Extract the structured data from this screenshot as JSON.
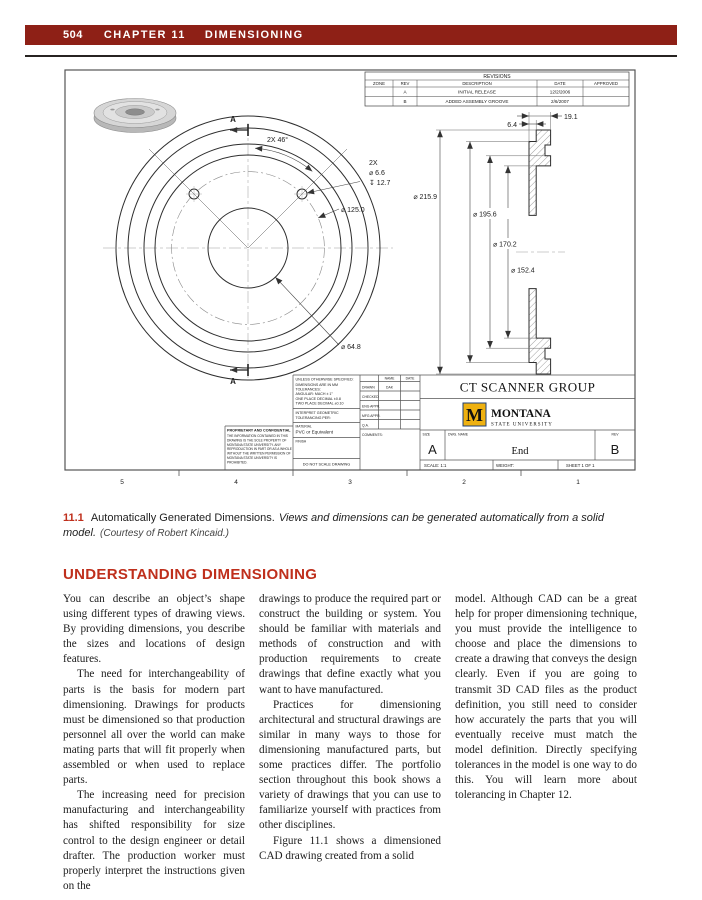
{
  "header": {
    "page_number": "504",
    "chapter": "CHAPTER 11",
    "title": "DIMENSIONING"
  },
  "caption": {
    "number": "11.1",
    "title": "Automatically Generated Dimensions.",
    "text": "Views and dimensions can be generated automatically from a solid model.",
    "credit": "(Courtesy of Robert Kincaid.)"
  },
  "section": {
    "heading": "UNDERSTANDING DIMENSIONING"
  },
  "body": {
    "col1": {
      "p1": "You can describe an object’s shape using different types of drawing views. By providing dimensions, you describe the sizes and locations of design features.",
      "p2": "The need for interchangeability of parts is the basis for modern part dimensioning. Drawings for products must be dimensioned so that production personnel all over the world can make mating parts that will fit properly when assembled or when used to replace parts.",
      "p3": "The increasing need for precision manufacturing and interchangeability has shifted responsibility for size control to the design engineer or detail drafter. The production worker must properly interpret the instructions given on the"
    },
    "col2": {
      "p1": "drawings to produce the required part or construct the building or system. You should be familiar with materials and methods of construction and with production requirements to create drawings that define exactly what you want to have manufactured.",
      "p2": "Practices for dimensioning architectural and structural drawings are similar in many ways to those for dimensioning manufactured parts, but some practices differ. The portfolio section throughout this book shows a variety of drawings that you can use to familiarize yourself with practices from other disciplines.",
      "p3": "Figure 11.1 shows a dimensioned CAD drawing created from a solid"
    },
    "col3": {
      "p1": "model. Although CAD can be a great help for proper dimensioning technique, you must provide the intelligence to choose and place the dimensions to create a drawing that conveys the design clearly. Even if you are going to transmit 3D CAD files as the product definition, you still need to consider how accurately the parts that you will eventually receive must match the model definition. Directly specifying tolerances in the model is one way to do this. You will learn more about tolerancing in Chapter 12."
    }
  },
  "drawing": {
    "zones": [
      "5",
      "4",
      "3",
      "2",
      "1"
    ],
    "revisions": {
      "title": "REVISIONS",
      "headers": [
        "ZONE",
        "REV",
        "DESCRIPTION",
        "DATE",
        "APPROVED"
      ],
      "rows": [
        {
          "rev": "A",
          "description": "INITIAL RELEASE",
          "date": "12/2/2006"
        },
        {
          "rev": "B",
          "description": "ADDED ASSEMBLY GROOVE",
          "date": "2/6/2007"
        }
      ]
    },
    "dims": {
      "angle": "2X 46°",
      "holes_qty": "2X",
      "holes_dia": "⌀ 6.6",
      "holes_depth": "↧ 12.7",
      "bolt_circle": "⌀ 125.0",
      "center_hole": "⌀ 64.8",
      "od": "⌀ 215.9",
      "d2": "⌀ 195.6",
      "d3": "⌀ 170.2",
      "d4": "⌀ 152.4",
      "width": "19.1",
      "step": "6.4",
      "section": "A"
    },
    "titleblock": {
      "unless": "UNLESS OTHERWISE SPECIFIED:",
      "tol1": "DIMENSIONS ARE IN MM",
      "tol2": "TOLERANCES:",
      "tol3": "ANGULAR: MACH ± 1°",
      "tol4": "ONE PLACE DECIMAL ±0.8",
      "tol5": "TWO PLACE DECIMAL ±0.10",
      "interpret1": "INTERPRET GEOMETRIC",
      "interpret2": "TOLERANCING PER:",
      "material_label": "MATERIAL",
      "material": "PVC or Equivalent",
      "finish_label": "FINISH",
      "prop_title": "PROPRIETARY AND CONFIDENTIAL",
      "prop_lines": [
        "THE INFORMATION CONTAINED IN THIS",
        "DRAWING IS THE SOLE PROPERTY OF",
        "MONTANA STATE UNIVERSITY.  ANY",
        "REPRODUCTION IN PART OR AS A WHOLE",
        "WITHOUT THE WRITTEN PERMISSION OF",
        "MONTANA STATE UNIVERSITY IS",
        "PROHIBITED."
      ],
      "no_scale": "DO NOT SCALE DRAWING",
      "name_h": "NAME",
      "date_h": "DATE",
      "rows": [
        "DRAWN",
        "CHECKED",
        "ENG APPR.",
        "MFG APPR.",
        "Q.A.",
        "COMMENTS:"
      ],
      "drawn_name": "DAK",
      "company": "CT SCANNER GROUP",
      "logo_letter": "M",
      "univ1": "MONTANA",
      "univ2": "STATE UNIVERSITY",
      "size_label": "SIZE",
      "size": "A",
      "dwg_label": "DWG.  NAME",
      "dwg_name": "End",
      "rev_label": "REV",
      "rev": "B",
      "scale": "SCALE: 1:1",
      "weight": "WEIGHT:",
      "sheet": "SHEET 1 OF 1"
    }
  }
}
